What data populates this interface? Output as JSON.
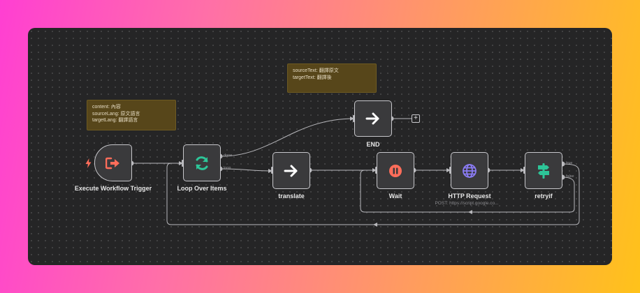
{
  "sticky_notes": [
    {
      "lines": [
        "sourceText: 翻譯原文",
        "targetText: 翻譯後"
      ]
    },
    {
      "lines": [
        "content: 內容",
        "sourceLang: 原文語言",
        "targetLang: 翻譯語言"
      ]
    }
  ],
  "nodes": {
    "trigger": {
      "label": "Execute Workflow Trigger",
      "icon": "sign-out-icon",
      "color": "#ff6d5a"
    },
    "loop": {
      "label": "Loop Over Items",
      "icon": "refresh-icon",
      "color": "#2dc598"
    },
    "end": {
      "label": "END",
      "icon": "arrow-right-icon",
      "color": "#ffffff"
    },
    "translate": {
      "label": "translate",
      "icon": "arrow-right-icon",
      "color": "#ffffff"
    },
    "wait": {
      "label": "Wait",
      "icon": "pause-icon",
      "color": "#ff6d5a"
    },
    "http": {
      "label": "HTTP Request",
      "subtitle": "POST: https://script.google.co...",
      "icon": "globe-icon",
      "color": "#8b7cf6"
    },
    "retryif": {
      "label": "retryif",
      "icon": "signpost-icon",
      "color": "#2dc598"
    }
  },
  "ports": {
    "loop_done": "done",
    "loop_loop": "loop",
    "retry_true": "true",
    "retry_false": "false"
  },
  "add_button": "+"
}
